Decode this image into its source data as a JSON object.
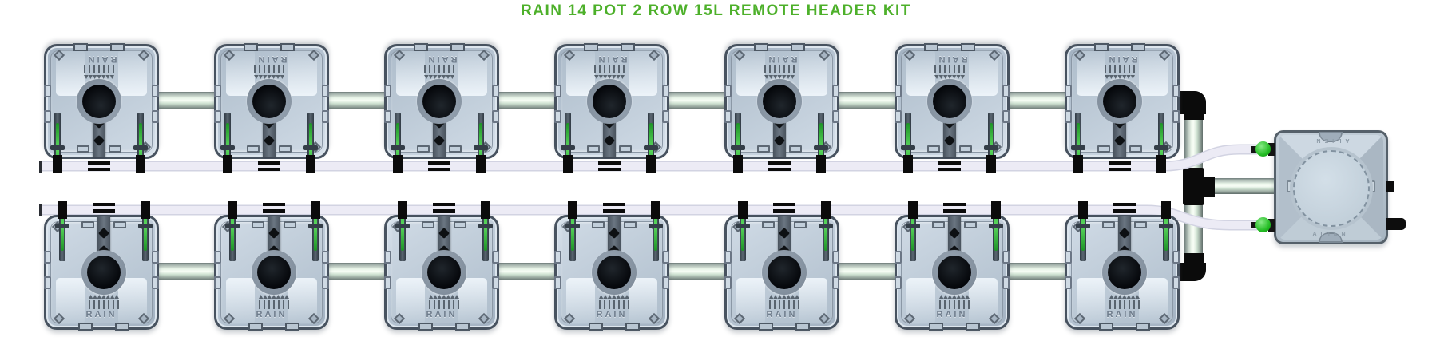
{
  "title": {
    "text": "RAIN 14 POT 2 ROW 15L REMOTE HEADER KIT",
    "color": "#4db02a"
  },
  "kit": {
    "system_name": "RAIN",
    "total_pots": 14,
    "rows": 2,
    "pots_per_row": 7,
    "pot_volume": "15L",
    "header_type": "REMOTE HEADER"
  },
  "pot": {
    "brand": "RAIN",
    "body_color": "#b8c6d4",
    "border_color": "#47525f",
    "hole_color": "#06080b",
    "clip_color": "#2fb936"
  },
  "header_tank": {
    "brand": "ALIEN",
    "body_color": "#b4c1cd",
    "lid_color": "#c9d6e0",
    "inlet_color": "#23bc23",
    "fitting_color": "#0d0d0d"
  },
  "plumbing": {
    "pipe_highlight_color": "#f7fdf5",
    "pipe_shade_color": "#5f6c69",
    "black_fitting_color": "#0b0b0b",
    "drain_tube_color": "#e9e8f2"
  }
}
